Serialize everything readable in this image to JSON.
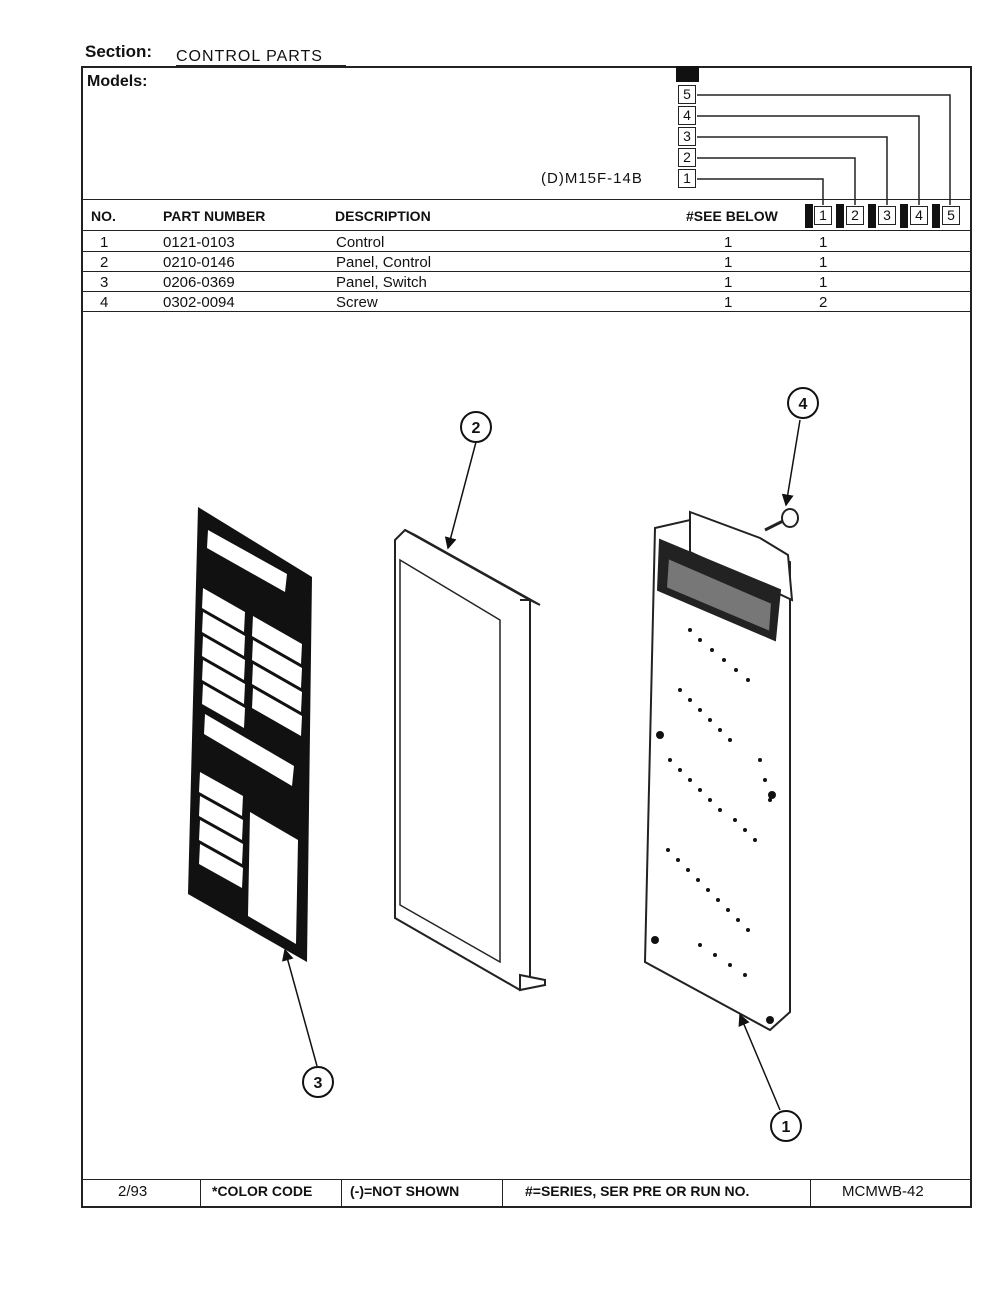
{
  "header": {
    "section_label": "Section:",
    "section_value": "CONTROL PARTS",
    "models_label": "Models:",
    "model_name": "(D)M15F-14B"
  },
  "table": {
    "columns": [
      "NO.",
      "PART NUMBER",
      "DESCRIPTION",
      "#SEE BELOW"
    ],
    "model_columns": [
      "1",
      "2",
      "3",
      "4",
      "5"
    ],
    "rows": [
      {
        "no": "1",
        "part": "0121-0103",
        "desc": "Control",
        "see": "1",
        "qty": "1"
      },
      {
        "no": "2",
        "part": "0210-0146",
        "desc": "Panel, Control",
        "see": "1",
        "qty": "1"
      },
      {
        "no": "3",
        "part": "0206-0369",
        "desc": "Panel, Switch",
        "see": "1",
        "qty": "1"
      },
      {
        "no": "4",
        "part": "0302-0094",
        "desc": "Screw",
        "see": "1",
        "qty": "2"
      }
    ]
  },
  "callouts": [
    "1",
    "2",
    "3",
    "4"
  ],
  "footer": {
    "date": "2/93",
    "color_code": "*COLOR CODE",
    "not_shown": "(-)=NOT SHOWN",
    "series": "#=SERIES, SER PRE OR RUN NO.",
    "doc_no": "MCMWB-42"
  }
}
